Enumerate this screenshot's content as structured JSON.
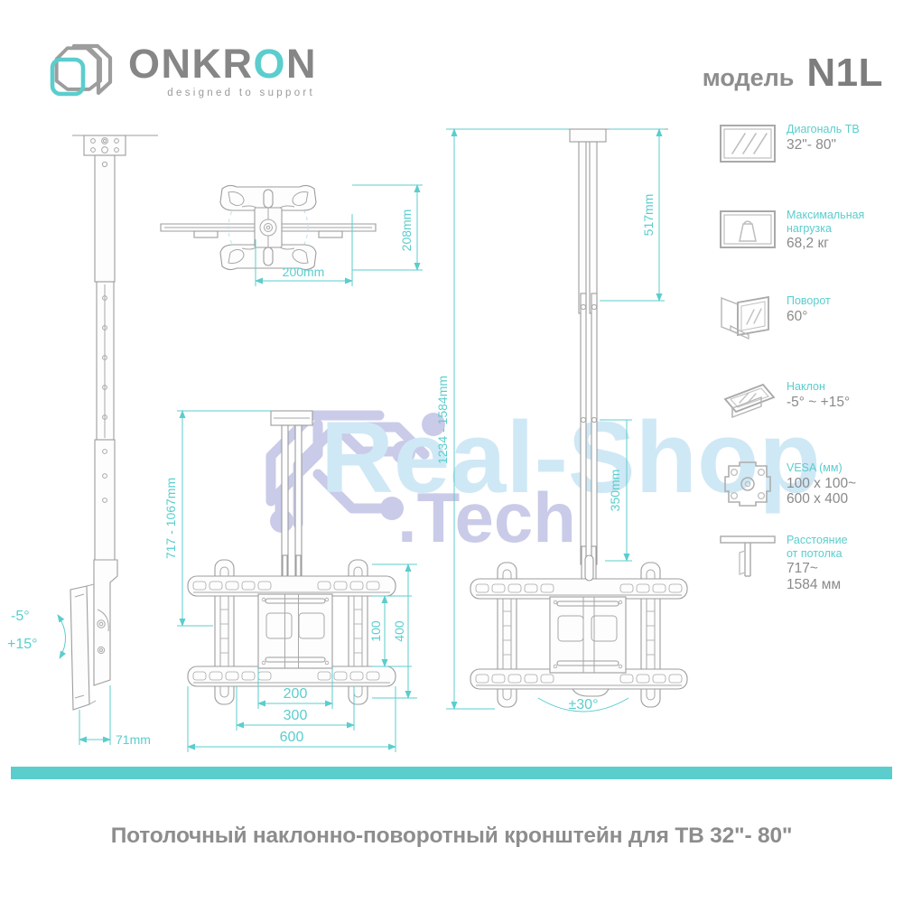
{
  "brand": {
    "name_part1": "ONKR",
    "name_accent": "O",
    "name_part2": "N",
    "full_name": "ONKRON",
    "tagline": "designed to support",
    "logo_icon": "onkron-cube-logo"
  },
  "model": {
    "label": "модель",
    "code": "N1L"
  },
  "colors": {
    "accent": "#5BCDCD",
    "text_gray": "#8a8a8a",
    "line_gray": "#9a9a9a",
    "dimension": "#5BCDCD",
    "watermark_blue": "#cfe8f5",
    "watermark_violet": "#c9cbe8"
  },
  "specs": [
    {
      "icon": "tv-screen-icon",
      "title": "Диагональ ТВ",
      "value": "32\"- 80\""
    },
    {
      "icon": "weight-load-icon",
      "title": "Максимальная\nнагрузка",
      "value": "68,2 кг"
    },
    {
      "icon": "swivel-rotate-icon",
      "title": "Поворот",
      "value": "60°"
    },
    {
      "icon": "tilt-icon",
      "title": "Наклон",
      "value": "-5° ~ +15°"
    },
    {
      "icon": "vesa-plate-icon",
      "title": "VESA (мм)",
      "value": "100 x 100~\n600 x 400"
    },
    {
      "icon": "ceiling-distance-icon",
      "title": "Расстояние\nот потолка",
      "value": "717~\n1584 мм"
    }
  ],
  "drawings": {
    "side_view": {
      "name": "side-profile-view",
      "tilt_up": "-5°",
      "tilt_down": "+15°",
      "depth": "71mm"
    },
    "top_view": {
      "name": "top-plate-view",
      "height": "208mm",
      "width": "200mm"
    },
    "front_short": {
      "name": "front-view-short-pole",
      "drop_range": "717 - 1067mm",
      "vesa_inner_h": "100",
      "vesa_outer_h": "400",
      "width_inner": "200",
      "width_mid": "300",
      "width_outer": "600"
    },
    "front_long": {
      "name": "front-view-long-pole",
      "drop_range": "1234 - 1584mm",
      "pole_top": "517mm",
      "pole_bottom": "350mm",
      "swivel": "±30°"
    }
  },
  "watermark": {
    "line1": "Real-Shop",
    "line2": ".Tech",
    "logo_icon": "hex-circuit-watermark-icon"
  },
  "footer": {
    "caption": "Потолочный наклонно-поворотный кронштейн для ТВ 32\"- 80\""
  }
}
